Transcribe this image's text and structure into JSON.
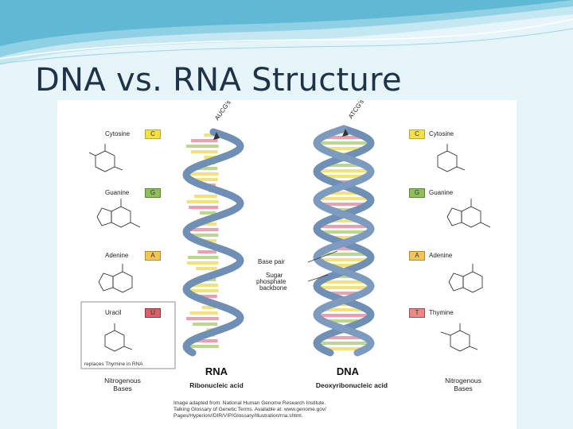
{
  "slide": {
    "title": "DNA vs. RNA Structure",
    "colors": {
      "background": "#e6f5fa",
      "wave_dark": "#5fb8d4",
      "wave_light": "#c4e7f1",
      "title": "#1f3248"
    }
  },
  "figure": {
    "rna_strand_seq": "AUCG's",
    "dna_strand_seq": "ATCG's",
    "rna_title": "RNA",
    "rna_subtitle": "Ribonucleic acid",
    "dna_title": "DNA",
    "dna_subtitle": "Deoxyribonucleic acid",
    "base_pair_label": "Base pair",
    "backbone_label_1": "Sugar",
    "backbone_label_2": "phosphate",
    "backbone_label_3": "backbone",
    "left_bases": [
      {
        "name": "Cytosine",
        "letter": "C",
        "color": "#f2e14a"
      },
      {
        "name": "Guanine",
        "letter": "G",
        "color": "#8fbf5a"
      },
      {
        "name": "Adenine",
        "letter": "A",
        "color": "#f2c55a"
      },
      {
        "name": "Uracil",
        "letter": "U",
        "color": "#d9606a"
      }
    ],
    "right_bases": [
      {
        "name": "Cytosine",
        "letter": "C",
        "color": "#f2e14a"
      },
      {
        "name": "Guanine",
        "letter": "G",
        "color": "#8fbf5a"
      },
      {
        "name": "Adenine",
        "letter": "A",
        "color": "#f2c55a"
      },
      {
        "name": "Thymine",
        "letter": "T",
        "color": "#e88a8a"
      }
    ],
    "uracil_note": "replaces Thymine in RNA",
    "left_footer_1": "Nitrogenous",
    "left_footer_2": "Bases",
    "right_footer_1": "Nitrogenous",
    "right_footer_2": "Bases",
    "credit_lines": [
      "Image adapted from: National Human Genome Research Institute.",
      "Talking Glossary of Genetic Terms. Available at: www.genome.gov/",
      "Pages/Hyperion//DIR/VIP/Glossary/Illustration/rna.shtml."
    ],
    "colors": {
      "backbone": "#6f8fb5",
      "rung_yellow": "#f3e27a",
      "rung_pink": "#e9a0b0",
      "rung_green": "#b9d88a"
    }
  }
}
